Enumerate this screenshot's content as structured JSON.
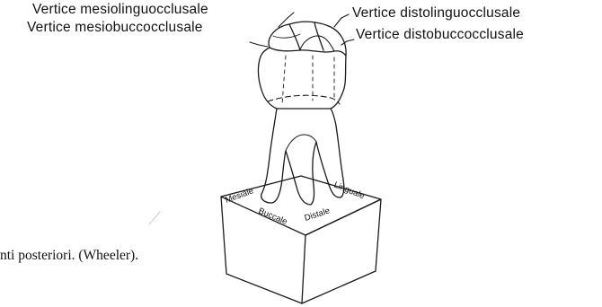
{
  "labels": {
    "mesiolinguocclusale": "Vertice mesiolinguocclusale",
    "mesiobuccocclusale": "Vertice mesiobuccocclusale",
    "distolinguocclusale": "Vertice distolinguocclusale",
    "distobuccocclusale": "Vertice distobuccocclusale"
  },
  "block_faces": {
    "mesiale": "Mesiale",
    "buccale": "Buccale",
    "distale": "Distale",
    "linguale": "Linguale"
  },
  "caption": "nti posteriori. (Wheeler)."
}
